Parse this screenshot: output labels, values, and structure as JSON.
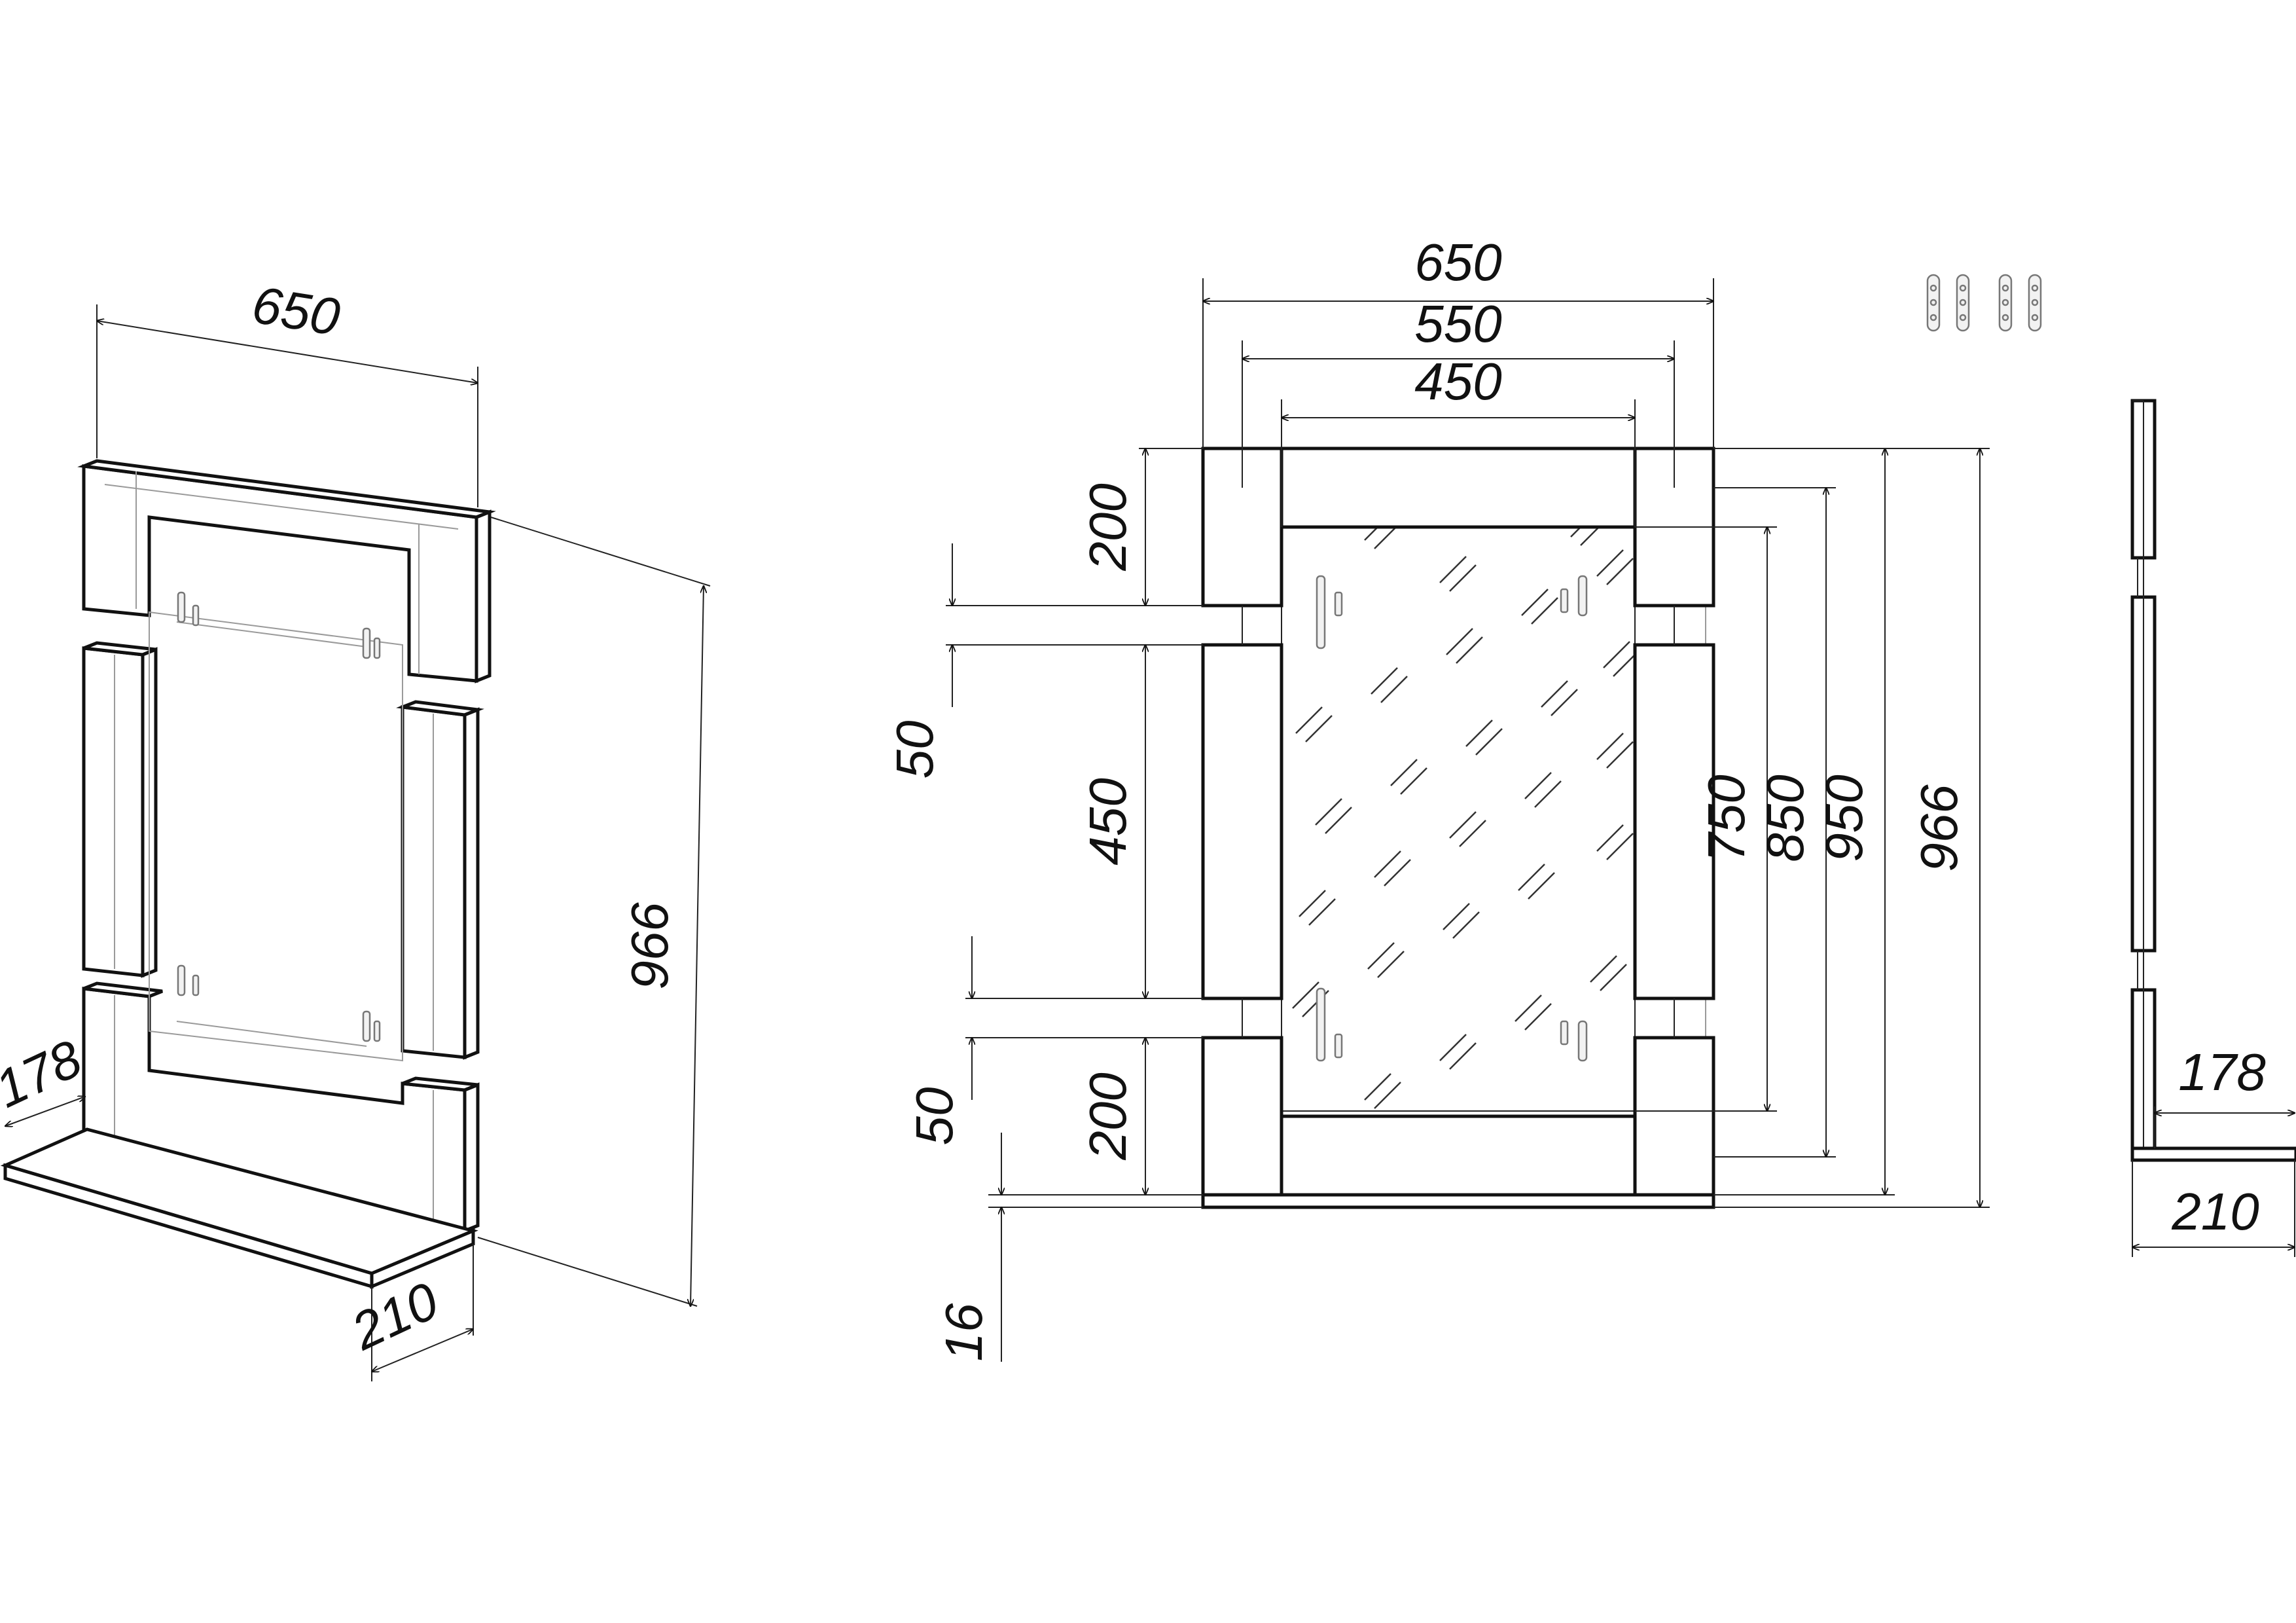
{
  "colors": {
    "line": "#111111",
    "guide": "#9a9a9a",
    "background": "#ffffff"
  },
  "isometric": {
    "width": "650",
    "height": "966",
    "shelf_depth_inner": "178",
    "shelf_depth_outer": "210"
  },
  "front": {
    "overall_width": "650",
    "mid_width": "550",
    "inner_width": "450",
    "top_block": "200",
    "gap_top": "50",
    "side_block": "450",
    "gap_bottom": "50",
    "bottom_block": "200",
    "shelf_thickness": "16",
    "glass_height": "750",
    "inner_height": "850",
    "frame_height": "950",
    "overall_height": "966"
  },
  "side": {
    "shelf_depth_inner": "178",
    "shelf_depth_outer": "210"
  },
  "hardware": {
    "icon": "mounting-bracket-icon",
    "count": 4
  }
}
